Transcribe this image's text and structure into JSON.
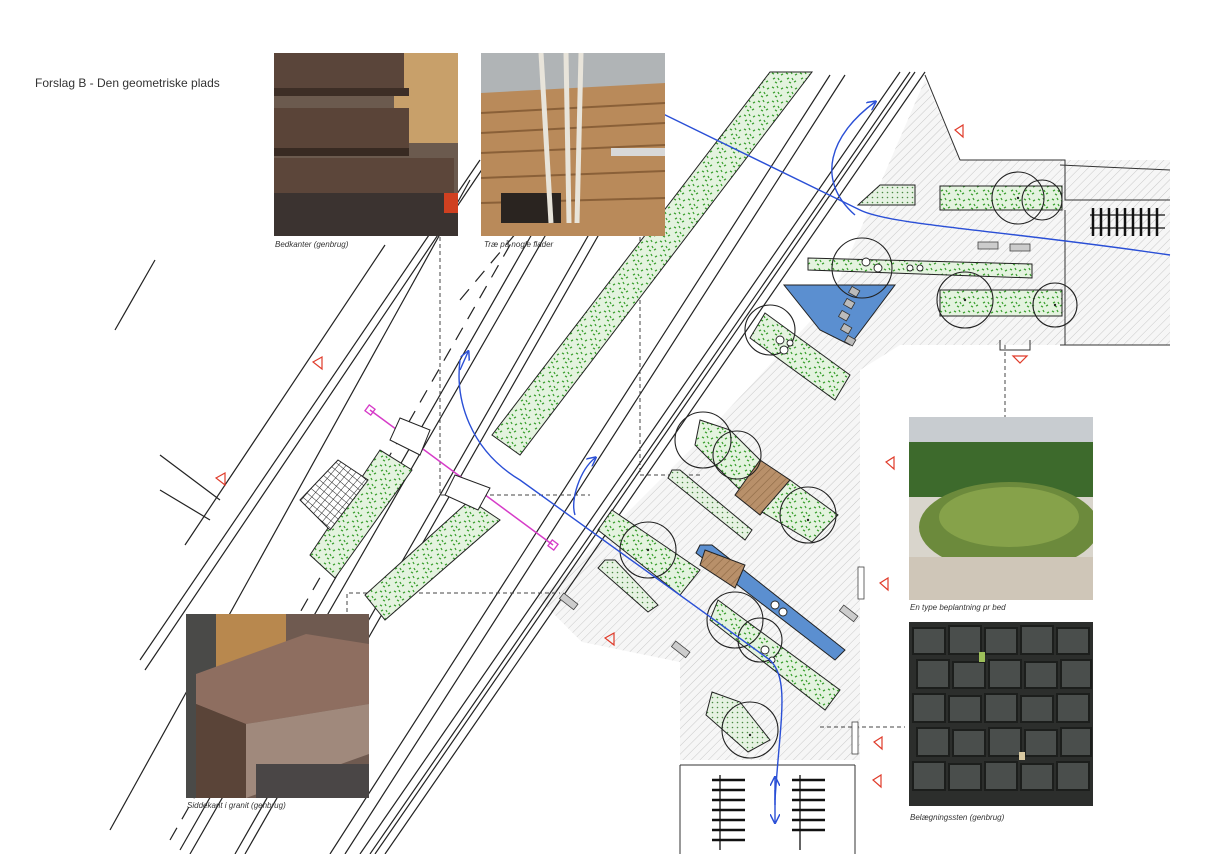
{
  "title": "Forslag B - Den geometriske plads",
  "photos": [
    {
      "caption": "Bedkanter (genbrug)",
      "subject": "stacked-stone-slabs-photo"
    },
    {
      "caption": "Træ på nogle flader",
      "subject": "wooden-deck-with-birch-photo"
    },
    {
      "caption": "En type beplantning pr bed",
      "subject": "ornamental-grass-photo"
    },
    {
      "caption": "Siddekant i granit (genbrug)",
      "subject": "granite-bench-photo"
    },
    {
      "caption": "Belægningssten (genbrug)",
      "subject": "cobblestone-paving-photo"
    }
  ],
  "colors": {
    "planting": "#4caf3a",
    "water": "#5b8fd0",
    "wood": "#a67c52",
    "path_arrow": "#2a4fd6",
    "crossing": "#d63cc8",
    "entrance_marker": "#e03b2a"
  }
}
